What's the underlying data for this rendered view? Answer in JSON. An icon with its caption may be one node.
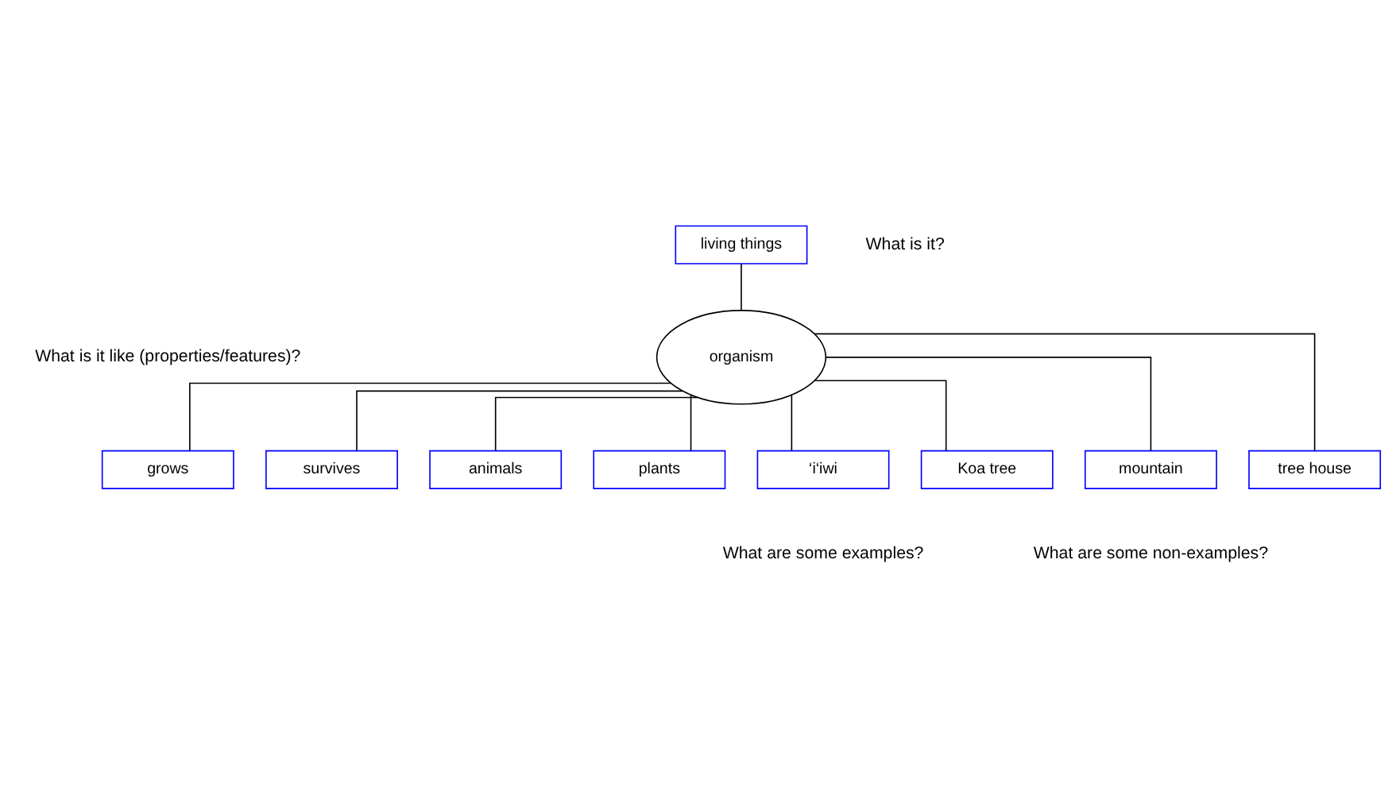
{
  "diagram": {
    "nodes": [
      {
        "text": [
          "living things"
        ]
      },
      {
        "text": [
          "organism"
        ]
      },
      {
        "text": [
          "grows"
        ]
      },
      {
        "text": [
          "survives"
        ]
      },
      {
        "text": [
          "animals"
        ]
      },
      {
        "text": [
          "plants"
        ]
      },
      {
        "text": [
          "‘i‘iwi"
        ]
      },
      {
        "text": [
          "Koa tree"
        ]
      },
      {
        "text": [
          "mountain"
        ]
      },
      {
        "text": [
          "tree house"
        ]
      }
    ],
    "edges": [
      {
        "from": 0,
        "to": 1,
        "arrow": "none"
      },
      {
        "from": 1,
        "to": 2,
        "arrow": "none"
      },
      {
        "from": 1,
        "to": 3,
        "arrow": "none"
      },
      {
        "from": 1,
        "to": 4,
        "arrow": "none"
      },
      {
        "from": 1,
        "to": 5,
        "arrow": "none"
      },
      {
        "from": 1,
        "to": 6,
        "arrow": "none"
      },
      {
        "from": 1,
        "to": 7,
        "arrow": "none"
      },
      {
        "from": 1,
        "to": 8,
        "arrow": "none"
      },
      {
        "from": 1,
        "to": 9,
        "arrow": "none"
      }
    ],
    "labels": [
      "What is it?",
      "What is it like (properties/features)?",
      "What are some examples?",
      "What are some non-examples?"
    ]
  }
}
